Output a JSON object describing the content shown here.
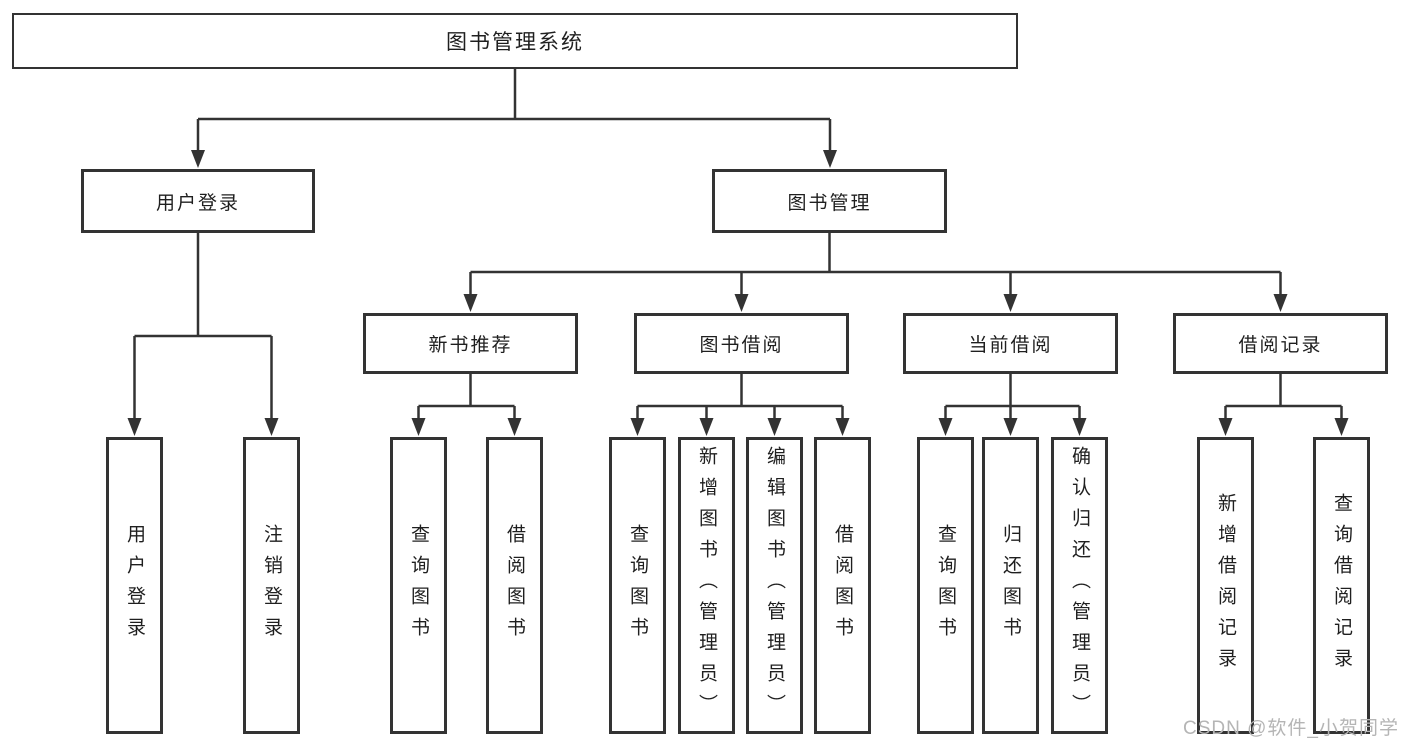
{
  "diagram": {
    "type": "tree",
    "root": "图书管理系统",
    "branches": [
      {
        "label": "用户登录",
        "children": [
          "用户登录",
          "注销登录"
        ]
      },
      {
        "label": "图书管理",
        "groups": [
          {
            "label": "新书推荐",
            "children": [
              "查询图书",
              "借阅图书"
            ]
          },
          {
            "label": "图书借阅",
            "children": [
              "查询图书",
              "新增图书（管理员）",
              "编辑图书（管理员）",
              "借阅图书"
            ]
          },
          {
            "label": "当前借阅",
            "children": [
              "查询图书",
              "归还图书",
              "确认归还（管理员）"
            ]
          },
          {
            "label": "借阅记录",
            "children": [
              "新增借阅记录",
              "查询借阅记录"
            ]
          }
        ]
      }
    ]
  },
  "colors": {
    "line": "#333333",
    "box_border": "#333333",
    "box_fill": "#ffffff",
    "text": "#1f1f1f",
    "watermark": "#b5b5b5"
  },
  "watermark": "CSDN @软件_小贺同学"
}
